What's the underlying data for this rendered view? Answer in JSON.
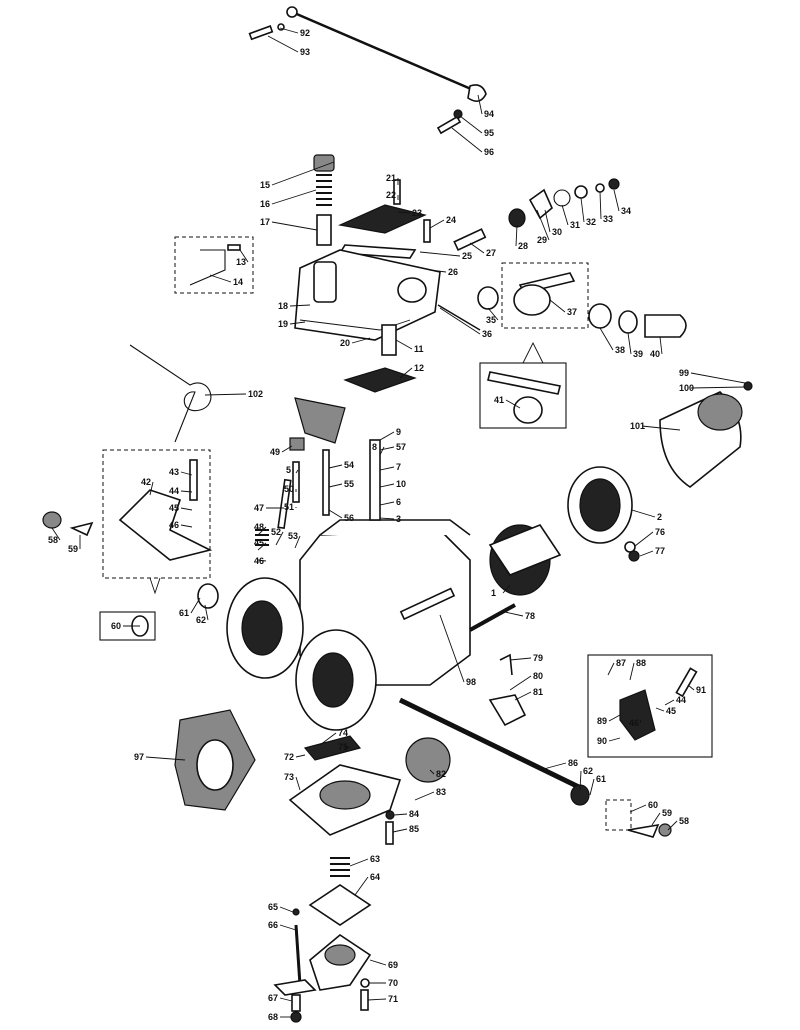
{
  "diagram": {
    "type": "exploded-parts-diagram",
    "callouts": [
      "92",
      "93",
      "94",
      "95",
      "96",
      "15",
      "21",
      "22",
      "16",
      "23",
      "24",
      "17",
      "13",
      "14",
      "25",
      "26",
      "27",
      "28",
      "29",
      "30",
      "31",
      "32",
      "33",
      "34",
      "18",
      "19",
      "35",
      "36",
      "37",
      "38",
      "39",
      "40",
      "20",
      "11",
      "12",
      "99",
      "100",
      "102",
      "41",
      "101",
      "9",
      "8",
      "49",
      "57",
      "54",
      "7",
      "5",
      "43",
      "10",
      "55",
      "42",
      "44",
      "50",
      "6",
      "45",
      "51",
      "47",
      "46",
      "56",
      "3",
      "2",
      "58",
      "59",
      "48",
      "52",
      "53",
      "76",
      "45",
      "77",
      "46",
      "78",
      "1",
      "61",
      "62",
      "60",
      "98",
      "79",
      "80",
      "81",
      "87",
      "88",
      "91",
      "44",
      "89",
      "45",
      "46",
      "90",
      "97",
      "74",
      "72",
      "75",
      "86",
      "62",
      "61",
      "73",
      "82",
      "83",
      "60",
      "59",
      "58",
      "84",
      "85",
      "63",
      "64",
      "65",
      "66",
      "69",
      "70",
      "67",
      "71",
      "68"
    ]
  }
}
